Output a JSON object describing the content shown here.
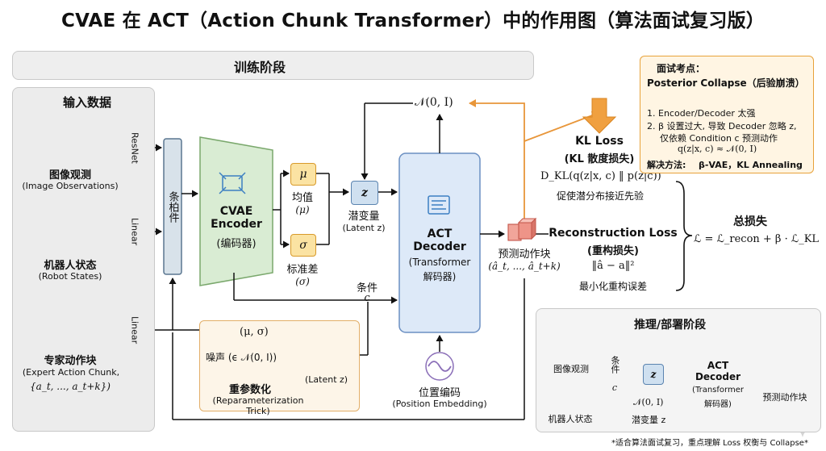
{
  "title": "CVAE 在 ACT（Action Chunk Transformer）中的作用图（算法面试复习版）",
  "training_banner": "训练阶段",
  "inputs_panel": {
    "title": "输入数据",
    "image": {
      "label": "图像观测",
      "sub": "(Image Observations)"
    },
    "robot": {
      "label": "机器人状态",
      "sub": "(Robot States)"
    },
    "expert": {
      "label": "专家动作块",
      "sub": "(Expert Action Chunk,",
      "math": "{a_t, ..., a_t+k})"
    }
  },
  "resnet_label": "ResNet",
  "linear_label_1": "Linear",
  "linear_label_2": "Linear",
  "concat_label": "条柏件",
  "encoder": {
    "title": "CVAE Encoder",
    "sub": "(编码器)"
  },
  "mu_box": "μ",
  "mean_label": "均值",
  "mean_sym": "(μ)",
  "sigma_box": "σ",
  "std_label": "标准差",
  "std_sym": "(σ)",
  "z_box": "z",
  "latent_label": "潜变量",
  "latent_sub": "(Latent z)",
  "prior_label": "𝒩(0, I)",
  "decoder": {
    "title": "ACT Decoder",
    "sub1": "(Transformer",
    "sub2": "解码器)"
  },
  "condition_label": "条件",
  "condition_sym": "c",
  "reparam": {
    "musigma": "(μ, σ)",
    "noise": "噪声 (ϵ 𝒩(0, I))",
    "latent": "(Latent z)",
    "title": "重参数化",
    "sub": "(Reparameterization Trick)"
  },
  "position": {
    "label": "位置编码",
    "sub": "(Position Embedding)"
  },
  "pred": {
    "label": "预测动作块",
    "math": "(â_t, ..., â_t+k)"
  },
  "kl": {
    "title": "KL Loss",
    "sub": "(KL 散度损失)",
    "formula": "D_KL(q(z|x, c) ‖ p(z|c))",
    "desc": "促使潜分布接近先验"
  },
  "recon": {
    "title": "Reconstruction Loss",
    "sub": "(重构损失)",
    "formula": "‖â − a‖²",
    "desc": "最小化重构误差"
  },
  "total": {
    "title": "总损失",
    "formula": "ℒ = ℒ_recon + β · ℒ_KL"
  },
  "note": {
    "header": "面试考点：",
    "title": "Posterior Collapse（后验崩溃）",
    "line1": "1. Encoder/Decoder 太强",
    "line2": "2. β 设置过大, 导致 Decoder 忽略 z,",
    "line3": "仅依赖 Condition c 预测动作",
    "line4": "q(z|x, c) ≈ 𝒩(0, I)",
    "solution_label": "解决方法:",
    "solution": "β-VAE，KL Annealing"
  },
  "inference": {
    "title": "推理/部署阶段",
    "image": "图像观测",
    "robot": "机器人状态",
    "cond_box": "条件",
    "cond_sym": "c",
    "z_box": "z",
    "prior": "𝒩(0, I)",
    "latent": "潜变量 z",
    "decoder_title": "ACT Decoder",
    "decoder_sub1": "(Transformer",
    "decoder_sub2": "解码器)",
    "pred": "预测动作块"
  },
  "footnote": "*适合算法面试复习，重点理解 Loss 权衡与 Collapse*"
}
